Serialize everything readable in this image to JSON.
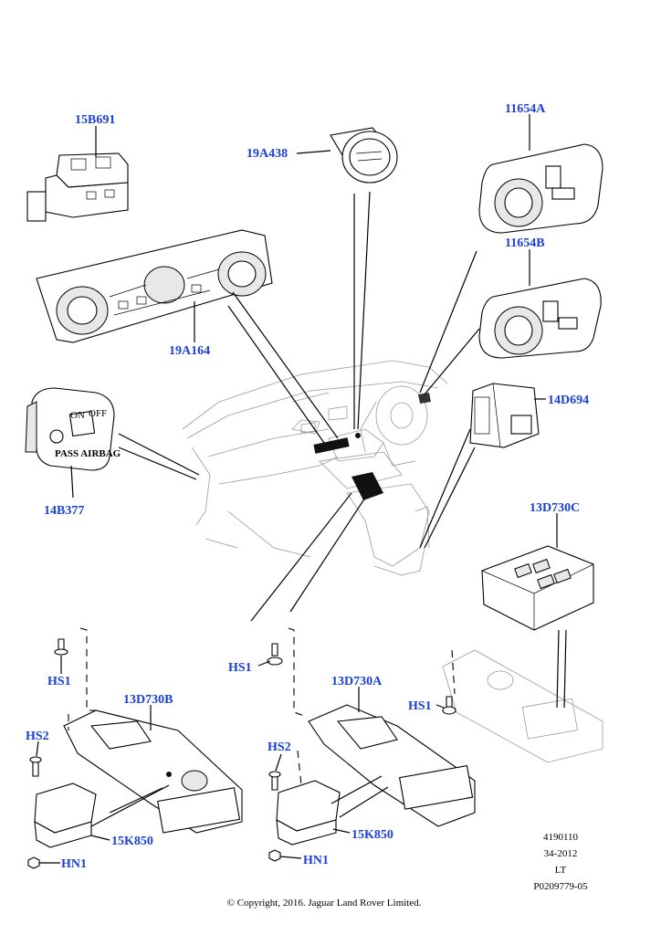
{
  "labels": {
    "p15B691": "15B691",
    "p19A438": "19A438",
    "p11654A": "11654A",
    "p11654B": "11654B",
    "p19A164": "19A164",
    "p14D694": "14D694",
    "p14B377": "14B377",
    "p13D730C": "13D730C",
    "p13D730B": "13D730B",
    "p13D730A": "13D730A",
    "hs1_left": "HS1",
    "hs1_mid": "HS1",
    "hs1_right": "HS1",
    "hs2_left": "HS2",
    "hs2_mid": "HS2",
    "p15K850_left": "15K850",
    "p15K850_mid": "15K850",
    "hn1_left": "HN1",
    "hn1_mid": "HN1"
  },
  "part_text": {
    "airbag_on": "ON",
    "airbag_off": "OFF",
    "airbag_label": "PASS AIRBAG"
  },
  "reference": {
    "line1": "4190110",
    "line2": "34-2012",
    "line3": "LT",
    "line4": "P0209779-05"
  },
  "copyright": "© Copyright, 2016. Jaguar Land Rover Limited.",
  "colors": {
    "label": "#1a3fd6",
    "line": "#000000",
    "vehicle": "#9a9a9a"
  }
}
